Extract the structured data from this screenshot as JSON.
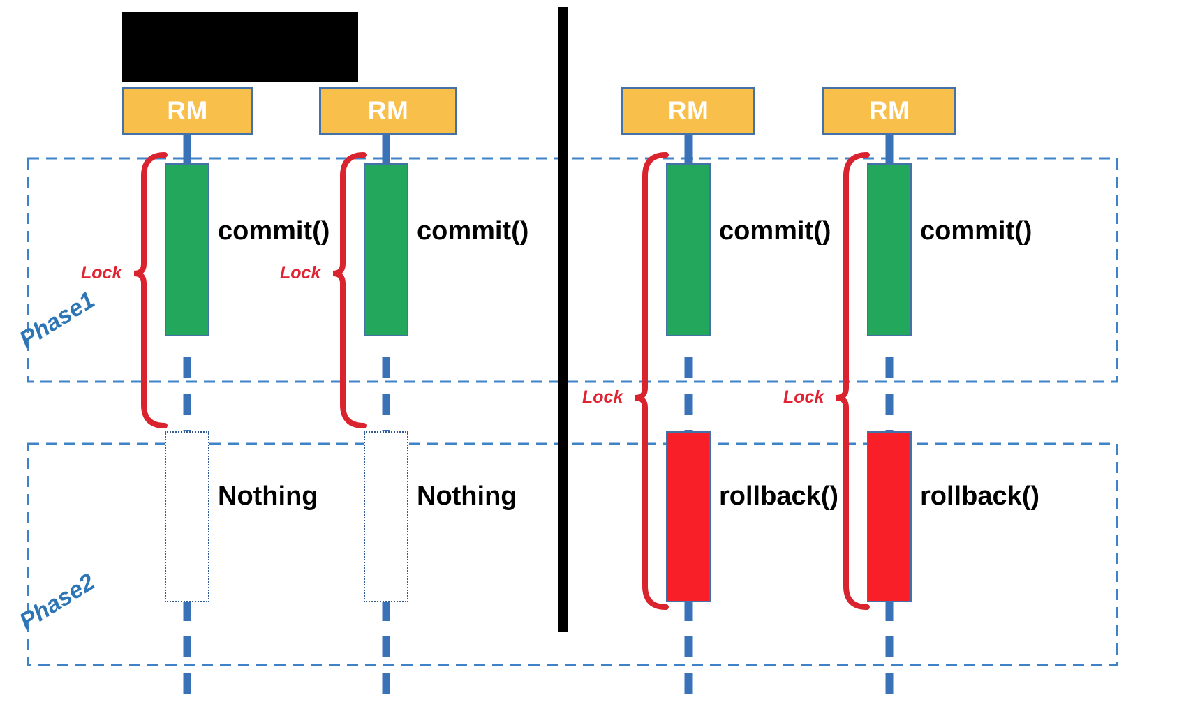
{
  "diagram": {
    "title_redacted": true,
    "colors": {
      "rm_fill": "#F9BF4B",
      "rm_border": "#4472A8",
      "commit_fill": "#22A75D",
      "rollback_fill": "#F81F29",
      "lifeline": "#3A72B8",
      "phase_box": "#3E83C8",
      "lock_red": "#E02231",
      "divider_black": "#000000",
      "text_black": "#000000"
    },
    "phases": [
      {
        "name": "phase1",
        "label": "Phase1"
      },
      {
        "name": "phase2",
        "label": "Phase2"
      }
    ],
    "panels": [
      {
        "name": "left-panel",
        "lifelines": [
          {
            "name": "lifeline-1",
            "participant": "RM",
            "phase1_activation": "commit()",
            "phase2_activation": "Nothing",
            "lock_label": "Lock"
          },
          {
            "name": "lifeline-2",
            "participant": "RM",
            "phase1_activation": "commit()",
            "phase2_activation": "Nothing",
            "lock_label": "Lock"
          }
        ]
      },
      {
        "name": "right-panel",
        "lifelines": [
          {
            "name": "lifeline-3",
            "participant": "RM",
            "phase1_activation": "commit()",
            "phase2_activation": "rollback()",
            "lock_label": "Lock"
          },
          {
            "name": "lifeline-4",
            "participant": "RM",
            "phase1_activation": "commit()",
            "phase2_activation": "rollback()",
            "lock_label": "Lock"
          }
        ]
      }
    ],
    "labels": {
      "rm": "RM",
      "commit": "commit()",
      "rollback": "rollback()",
      "nothing": "Nothing",
      "lock": "Lock",
      "phase1": "Phase1",
      "phase2": "Phase2"
    }
  }
}
